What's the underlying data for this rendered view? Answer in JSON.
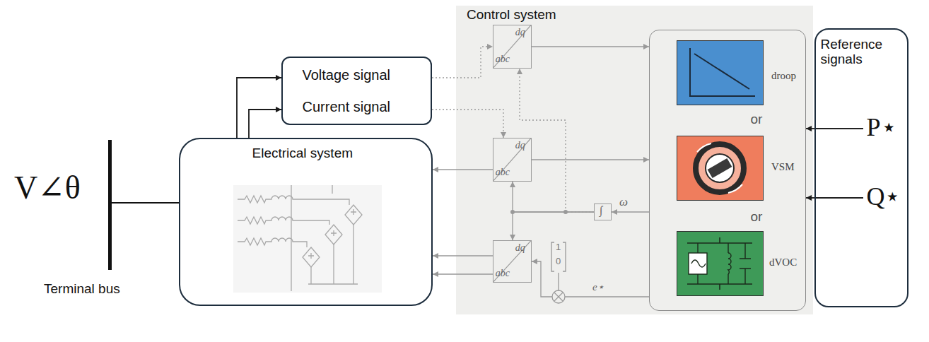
{
  "diagram": {
    "nodes": [
      {
        "text": [
          "Electrical system"
        ]
      },
      {
        "text": [
          "Voltage signal",
          "Current signal"
        ]
      },
      {
        "text": [
          "Control system"
        ]
      },
      {
        "text": [
          "dq",
          "abc"
        ],
        "in": 2
      },
      {
        "text": [
          "dq",
          "abc"
        ],
        "in": 2
      },
      {
        "text": [
          "dq",
          "abc"
        ],
        "in": 2
      },
      {
        "text": [
          "∫"
        ],
        "in": 2
      },
      {
        "text": [
          "or",
          "or"
        ],
        "in": 2
      },
      {
        "text": [
          "droop"
        ],
        "in": 7
      },
      {
        "text": [
          "VSM"
        ],
        "in": 7
      },
      {
        "text": [
          "dVOC"
        ],
        "in": 7
      },
      {
        "text": [
          "Reference signals",
          "P⋆",
          "Q⋆"
        ]
      }
    ],
    "edges": [
      {
        "from": 0,
        "to": 1,
        "arrow": "to"
      },
      {
        "from": 0,
        "to": 1,
        "arrow": "to"
      },
      {
        "from": 1,
        "to": 3,
        "arrow": "to"
      },
      {
        "from": 1,
        "to": 4,
        "arrow": "to"
      },
      {
        "from": 3,
        "to": 7,
        "arrow": "to"
      },
      {
        "from": 4,
        "to": 7,
        "arrow": "to"
      },
      {
        "from": 4,
        "to": 0,
        "arrow": "to"
      },
      {
        "from": 7,
        "to": 6,
        "arrow": "to"
      },
      {
        "from": 6,
        "to": 3,
        "arrow": "to"
      },
      {
        "from": 6,
        "to": 4,
        "arrow": "to"
      },
      {
        "from": 6,
        "to": 5,
        "arrow": "to"
      },
      {
        "from": 5,
        "to": 0,
        "arrow": "to"
      },
      {
        "from": 5,
        "to": 0,
        "arrow": "to"
      },
      {
        "from": 7,
        "to": 5,
        "label": "e⋆",
        "arrow": "to"
      },
      {
        "from": 11,
        "to": 7,
        "arrow": "to"
      },
      {
        "from": 11,
        "to": 7,
        "arrow": "to"
      }
    ],
    "labels": [
      "V∠θ",
      "Terminal bus",
      "ω",
      "1",
      "0"
    ]
  }
}
